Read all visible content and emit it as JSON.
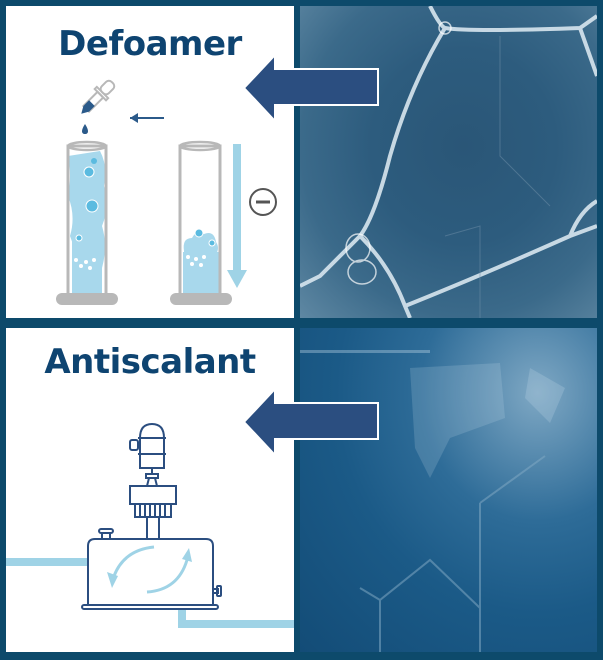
{
  "sections": [
    {
      "title": "Defoamer",
      "illustration": "graduated-cylinders-foam",
      "symbol": "minus-circle-icon",
      "photo": "foam-bubble-macro"
    },
    {
      "title": "Antiscalant",
      "illustration": "mixing-tank-agitator",
      "photo": "scale-deposit-macro"
    }
  ],
  "colors": {
    "frame": "#0d4a6b",
    "title": "#0e4471",
    "arrow": "#2b4e80",
    "light_blue": "#9fd3e6",
    "line_gray": "#b8b8b8"
  }
}
